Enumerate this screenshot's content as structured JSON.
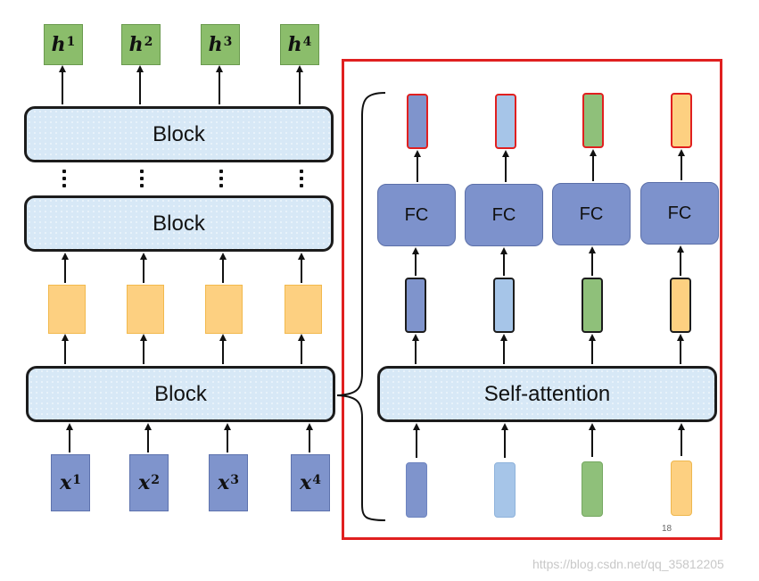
{
  "outputs": [
    {
      "base": "h",
      "sup": "1"
    },
    {
      "base": "h",
      "sup": "2"
    },
    {
      "base": "h",
      "sup": "3"
    },
    {
      "base": "h",
      "sup": "4"
    }
  ],
  "inputs": [
    {
      "base": "x",
      "sup": "1"
    },
    {
      "base": "x",
      "sup": "2"
    },
    {
      "base": "x",
      "sup": "3"
    },
    {
      "base": "x",
      "sup": "4"
    }
  ],
  "blocks": [
    "Block",
    "Block",
    "Block"
  ],
  "self_attention_label": "Self-attention",
  "fc_labels": [
    "FC",
    "FC",
    "FC",
    "FC"
  ],
  "page_number": "18",
  "watermark": "https://blog.csdn.net/qq_35812205",
  "colors": {
    "output_green": "#8bbd6b",
    "input_blue": "#7f94cc",
    "hidden_orange": "#fdd081",
    "block_fill": "#d7e8f6",
    "highlight_frame": "#e02020",
    "vec_dark_blue": "#7f94cc",
    "vec_light_blue": "#a6c5e8",
    "vec_green": "#8fc07a",
    "vec_orange": "#fdd081"
  }
}
